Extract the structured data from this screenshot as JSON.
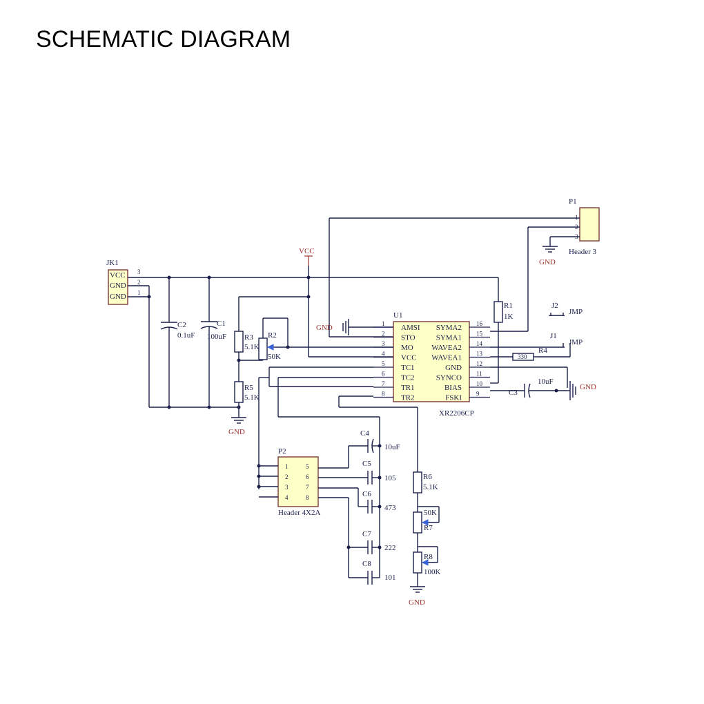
{
  "page": {
    "title": "SCHEMATIC DIAGRAM"
  },
  "jk1": {
    "ref": "JK1",
    "pins": [
      "VCC",
      "GND",
      "GND"
    ],
    "pin_nums": [
      "3",
      "2",
      "1"
    ]
  },
  "p1": {
    "ref": "P1",
    "pins": [
      "1",
      "2",
      "3"
    ],
    "name": "Header 3"
  },
  "vcc_label": "VCC",
  "gnd_label": "GND",
  "u1": {
    "ref": "U1",
    "part": "XR2206CP",
    "left_pins": [
      {
        "num": "1",
        "name": "AMSI"
      },
      {
        "num": "2",
        "name": "STO"
      },
      {
        "num": "3",
        "name": "MO"
      },
      {
        "num": "4",
        "name": "VCC"
      },
      {
        "num": "5",
        "name": "TC1"
      },
      {
        "num": "6",
        "name": "TC2"
      },
      {
        "num": "7",
        "name": "TR1"
      },
      {
        "num": "8",
        "name": "TR2"
      }
    ],
    "right_pins": [
      {
        "num": "16",
        "name": "SYMA2"
      },
      {
        "num": "15",
        "name": "SYMA1"
      },
      {
        "num": "14",
        "name": "WAVEA2"
      },
      {
        "num": "13",
        "name": "WAVEA1"
      },
      {
        "num": "12",
        "name": "GND"
      },
      {
        "num": "11",
        "name": "SYNCO"
      },
      {
        "num": "10",
        "name": "BIAS"
      },
      {
        "num": "9",
        "name": "FSKI"
      }
    ]
  },
  "components": {
    "c1": {
      "ref": "C1",
      "value": "100uF"
    },
    "c2": {
      "ref": "C2",
      "value": "0.1uF"
    },
    "c3": {
      "ref": "C3",
      "value": "10uF"
    },
    "c4": {
      "ref": "C4",
      "value": "10uF"
    },
    "c5": {
      "ref": "C5",
      "value": "105"
    },
    "c6": {
      "ref": "C6",
      "value": "473"
    },
    "c7": {
      "ref": "C7",
      "value": "222"
    },
    "c8": {
      "ref": "C8",
      "value": "101"
    },
    "r1": {
      "ref": "R1",
      "value": "1K"
    },
    "r2": {
      "ref": "R2",
      "value": "50K"
    },
    "r3": {
      "ref": "R3",
      "value": "5.1K"
    },
    "r4": {
      "ref": "R4",
      "value": "330"
    },
    "r5": {
      "ref": "R5",
      "value": "5.1K"
    },
    "r6": {
      "ref": "R6",
      "value": "5.1K"
    },
    "r7": {
      "ref": "R7",
      "value": "50K"
    },
    "r8": {
      "ref": "R8",
      "value": "100K"
    }
  },
  "jumpers": {
    "j1": {
      "ref": "J1",
      "name": "JMP"
    },
    "j2": {
      "ref": "J2",
      "name": "JMP"
    }
  },
  "p2": {
    "ref": "P2",
    "name": "Header 4X2A",
    "left": [
      "1",
      "2",
      "3",
      "4"
    ],
    "right": [
      "5",
      "6",
      "7",
      "8"
    ]
  }
}
